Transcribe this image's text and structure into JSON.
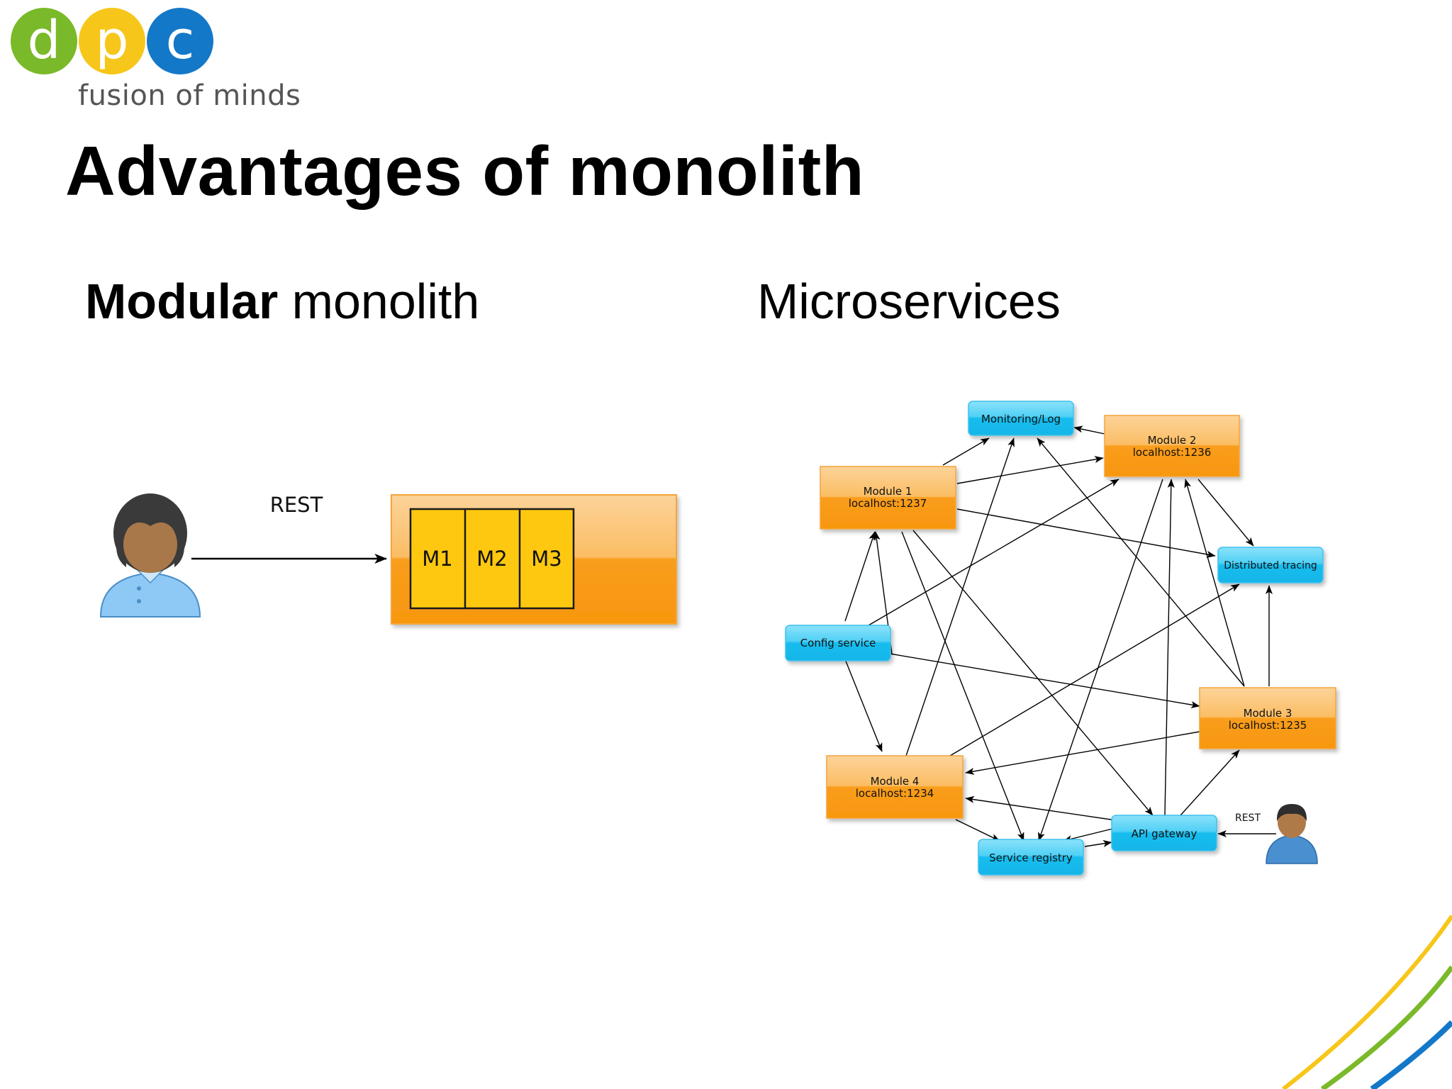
{
  "logo": {
    "letters": [
      "d",
      "p",
      "c"
    ],
    "tagline": "fusion of minds",
    "colors": [
      "#7ab929",
      "#f7c61a",
      "#1478c8"
    ]
  },
  "title": "Advantages of monolith",
  "left": {
    "subtitle_bold": "Modular",
    "subtitle_rest": " monolith",
    "rest_label": "REST",
    "modules": [
      "M1",
      "M2",
      "M3"
    ]
  },
  "right": {
    "subtitle": "Microservices",
    "rest_label": "REST",
    "nodes": {
      "monitoring": "Monitoring/Log",
      "module2_name": "Module 2",
      "module2_host": "localhost:1236",
      "module1_name": "Module 1",
      "module1_host": "localhost:1237",
      "tracing": "Distributed tracing",
      "config": "Config service",
      "module3_name": "Module 3",
      "module3_host": "localhost:1235",
      "module4_name": "Module 4",
      "module4_host": "localhost:1234",
      "gateway": "API gateway",
      "registry": "Service registry"
    }
  },
  "colors": {
    "orange": "#f99d1c",
    "orange_light": "#fbc46e",
    "yellow": "#fdc80f",
    "cyan": "#1ec0f0",
    "cyan_light": "#6fd8f7"
  }
}
